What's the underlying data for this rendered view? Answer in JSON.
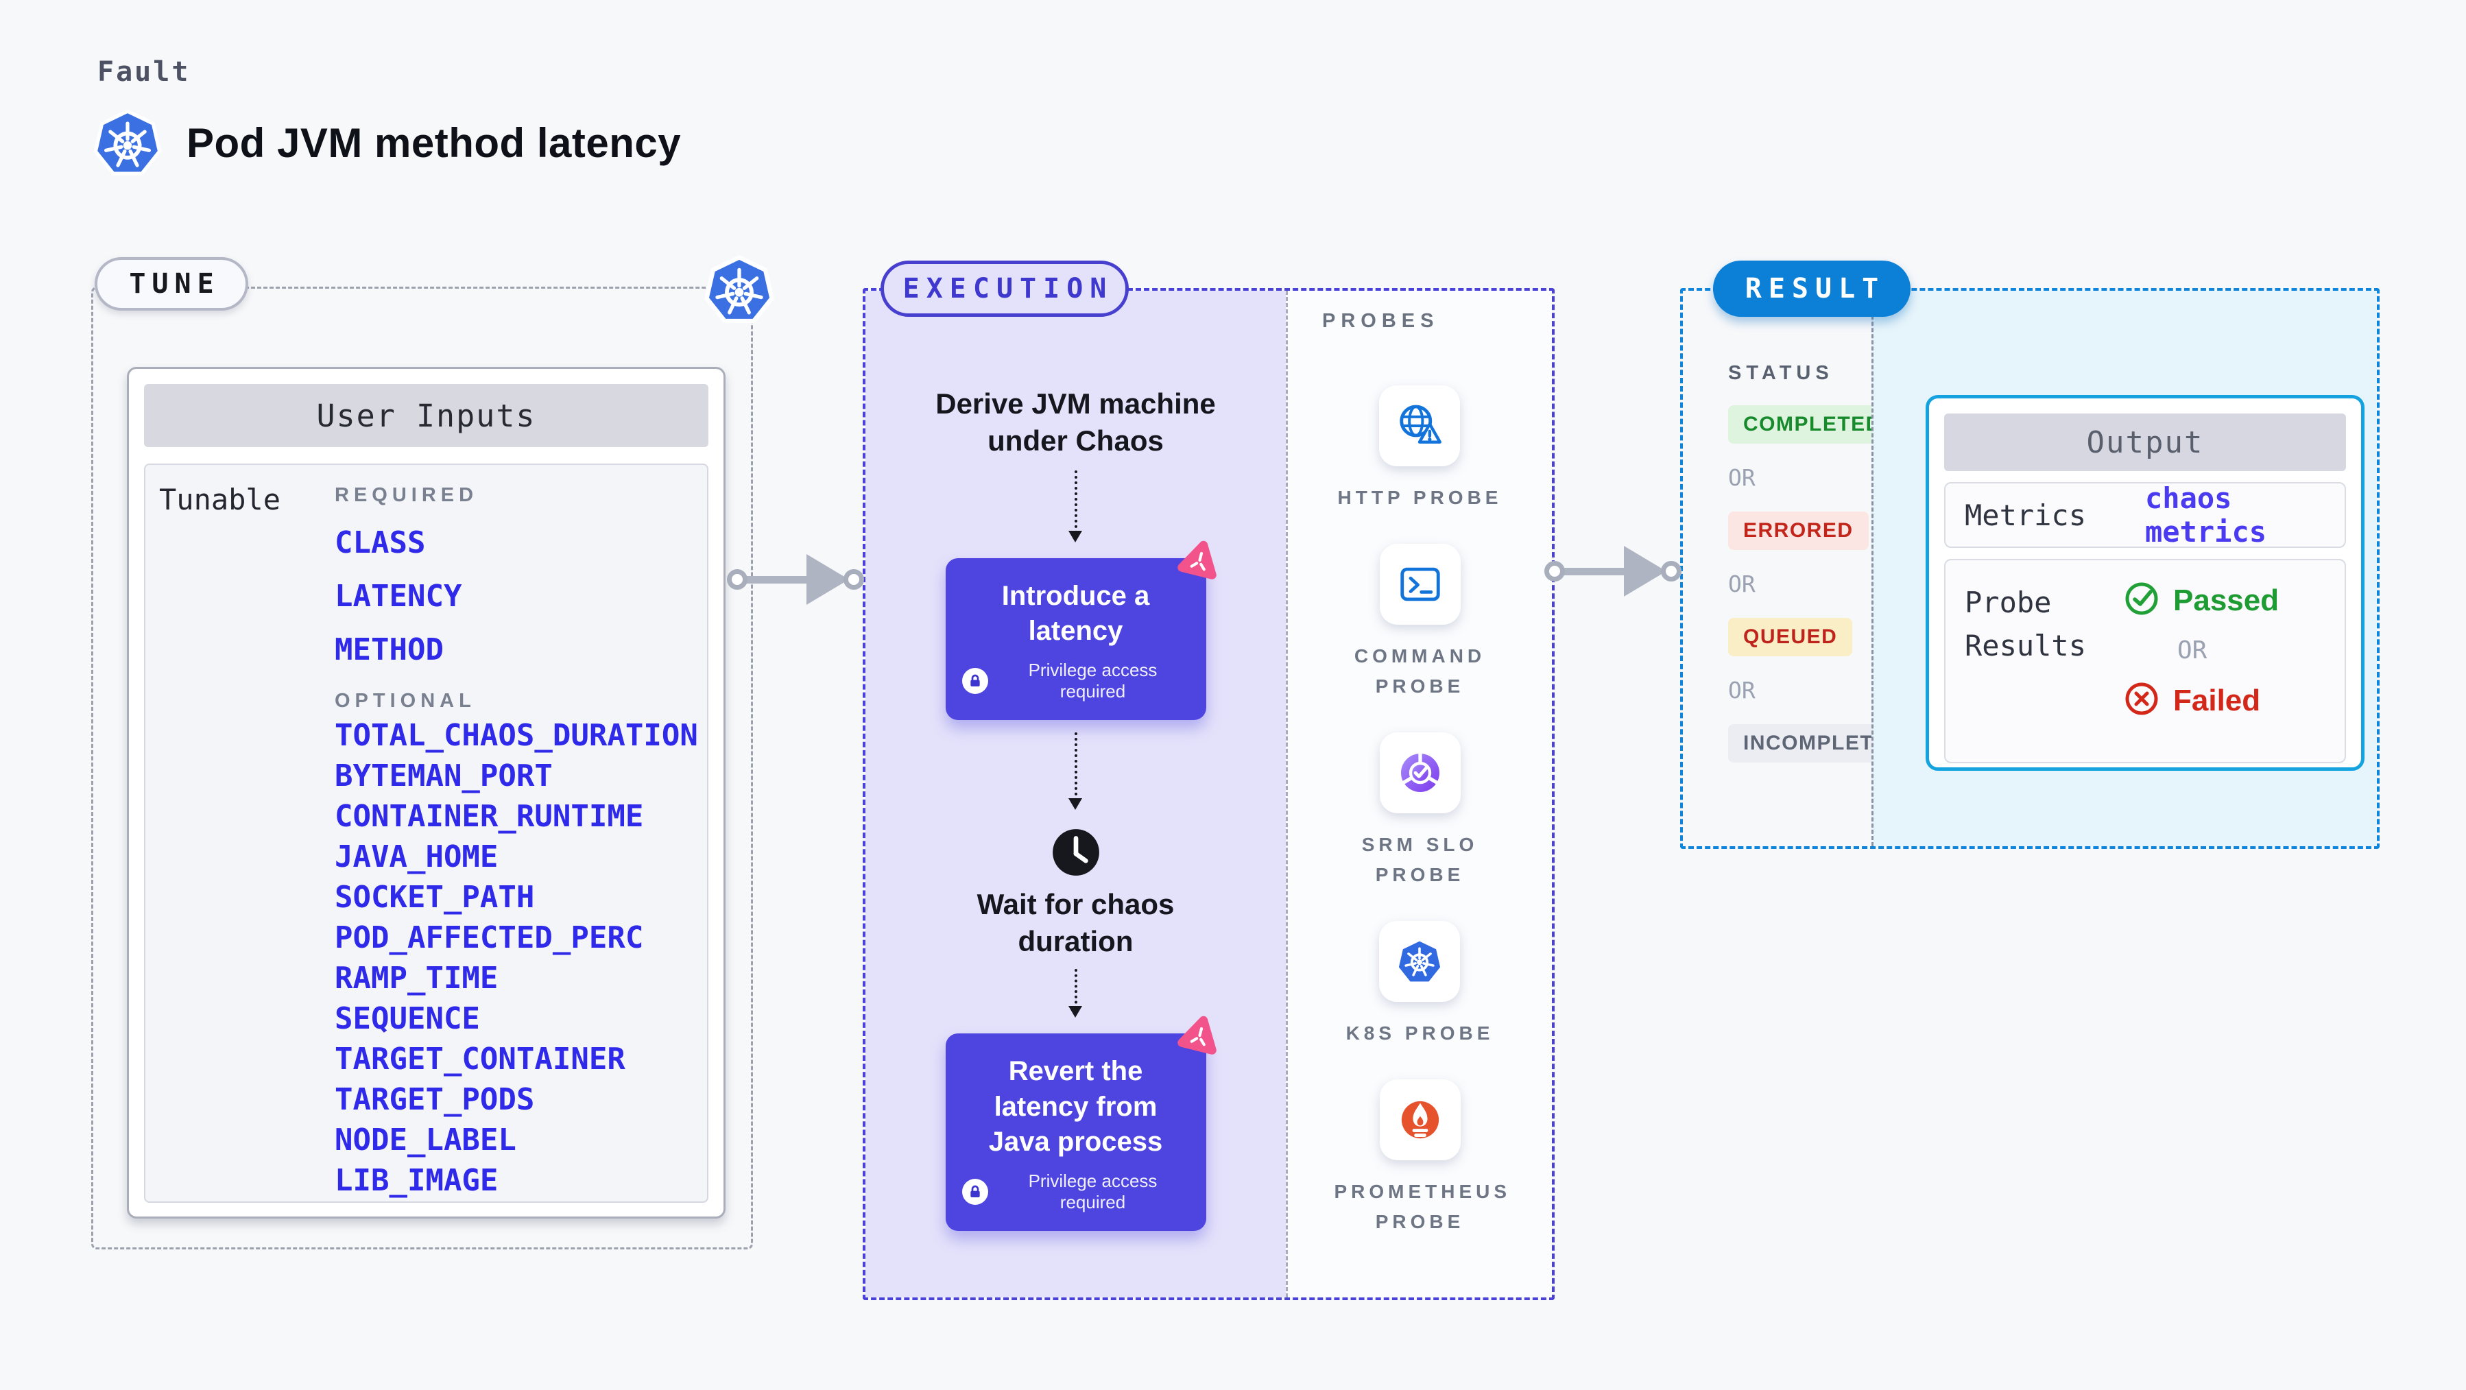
{
  "header": {
    "kicker": "Fault",
    "title": "Pod JVM method latency"
  },
  "tune": {
    "label": "TUNE",
    "card_title": "User Inputs",
    "row_label": "Tunable",
    "required_header": "REQUIRED",
    "required_items": [
      "CLASS",
      "LATENCY",
      "METHOD"
    ],
    "optional_header": "OPTIONAL",
    "optional_items": [
      "TOTAL_CHAOS_DURATION",
      "BYTEMAN_PORT",
      "CONTAINER_RUNTIME",
      "JAVA_HOME",
      "SOCKET_PATH",
      "POD_AFFECTED_PERC",
      "RAMP_TIME",
      "SEQUENCE",
      "TARGET_CONTAINER",
      "TARGET_PODS",
      "NODE_LABEL",
      "LIB_IMAGE"
    ]
  },
  "execution": {
    "label": "EXECUTION",
    "derive_title": "Derive JVM machine under Chaos",
    "action1_title": "Introduce a latency",
    "privilege_note": "Privilege access required",
    "wait_title": "Wait for chaos duration",
    "action2_title": "Revert the latency from Java process"
  },
  "probes": {
    "header": "PROBES",
    "items": [
      {
        "label": "HTTP PROBE",
        "icon": "globe-warning-icon"
      },
      {
        "label": "COMMAND PROBE",
        "icon": "terminal-icon"
      },
      {
        "label": "SRM SLO PROBE",
        "icon": "slo-gauge-icon"
      },
      {
        "label": "K8S PROBE",
        "icon": "kubernetes-icon"
      },
      {
        "label": "PROMETHEUS PROBE",
        "icon": "prometheus-icon"
      }
    ]
  },
  "result": {
    "label": "RESULT",
    "status_header": "STATUS",
    "or_label": "OR",
    "statuses": [
      {
        "label": "COMPLETED",
        "bg": "#DEF4DF",
        "color": "#178A2C"
      },
      {
        "label": "ERRORED",
        "bg": "#FBE6E4",
        "color": "#C3251A"
      },
      {
        "label": "QUEUED",
        "bg": "#FAEEC6",
        "color": "#BF241C"
      },
      {
        "label": "INCOMPLETED",
        "bg": "#ECEDF3",
        "color": "#5E6574"
      }
    ],
    "output": {
      "title": "Output",
      "metrics_label": "Metrics",
      "metrics_value": "chaos metrics",
      "probe_results_label": "Probe Results",
      "passed_label": "Passed",
      "or_label": "OR",
      "failed_label": "Failed"
    }
  },
  "colors": {
    "page_bg": "#F7F8FA",
    "accent_indigo": "#4E44DF",
    "execution_bg": "#E4E2FA",
    "tunable_blue": "#2F29E9",
    "k8s_blue": "#3A70E2",
    "probe_icon_blue": "#1274DB",
    "result_blue": "#0C7FD6",
    "result_bg": "#E6F4FB",
    "output_border": "#15A3DF",
    "litmus_pink": "#F1538A",
    "passed_green": "#1E9C33",
    "failed_red": "#D3271A",
    "prometheus_orange": "#E6522C",
    "slo_purple": "#8B5CF6"
  }
}
